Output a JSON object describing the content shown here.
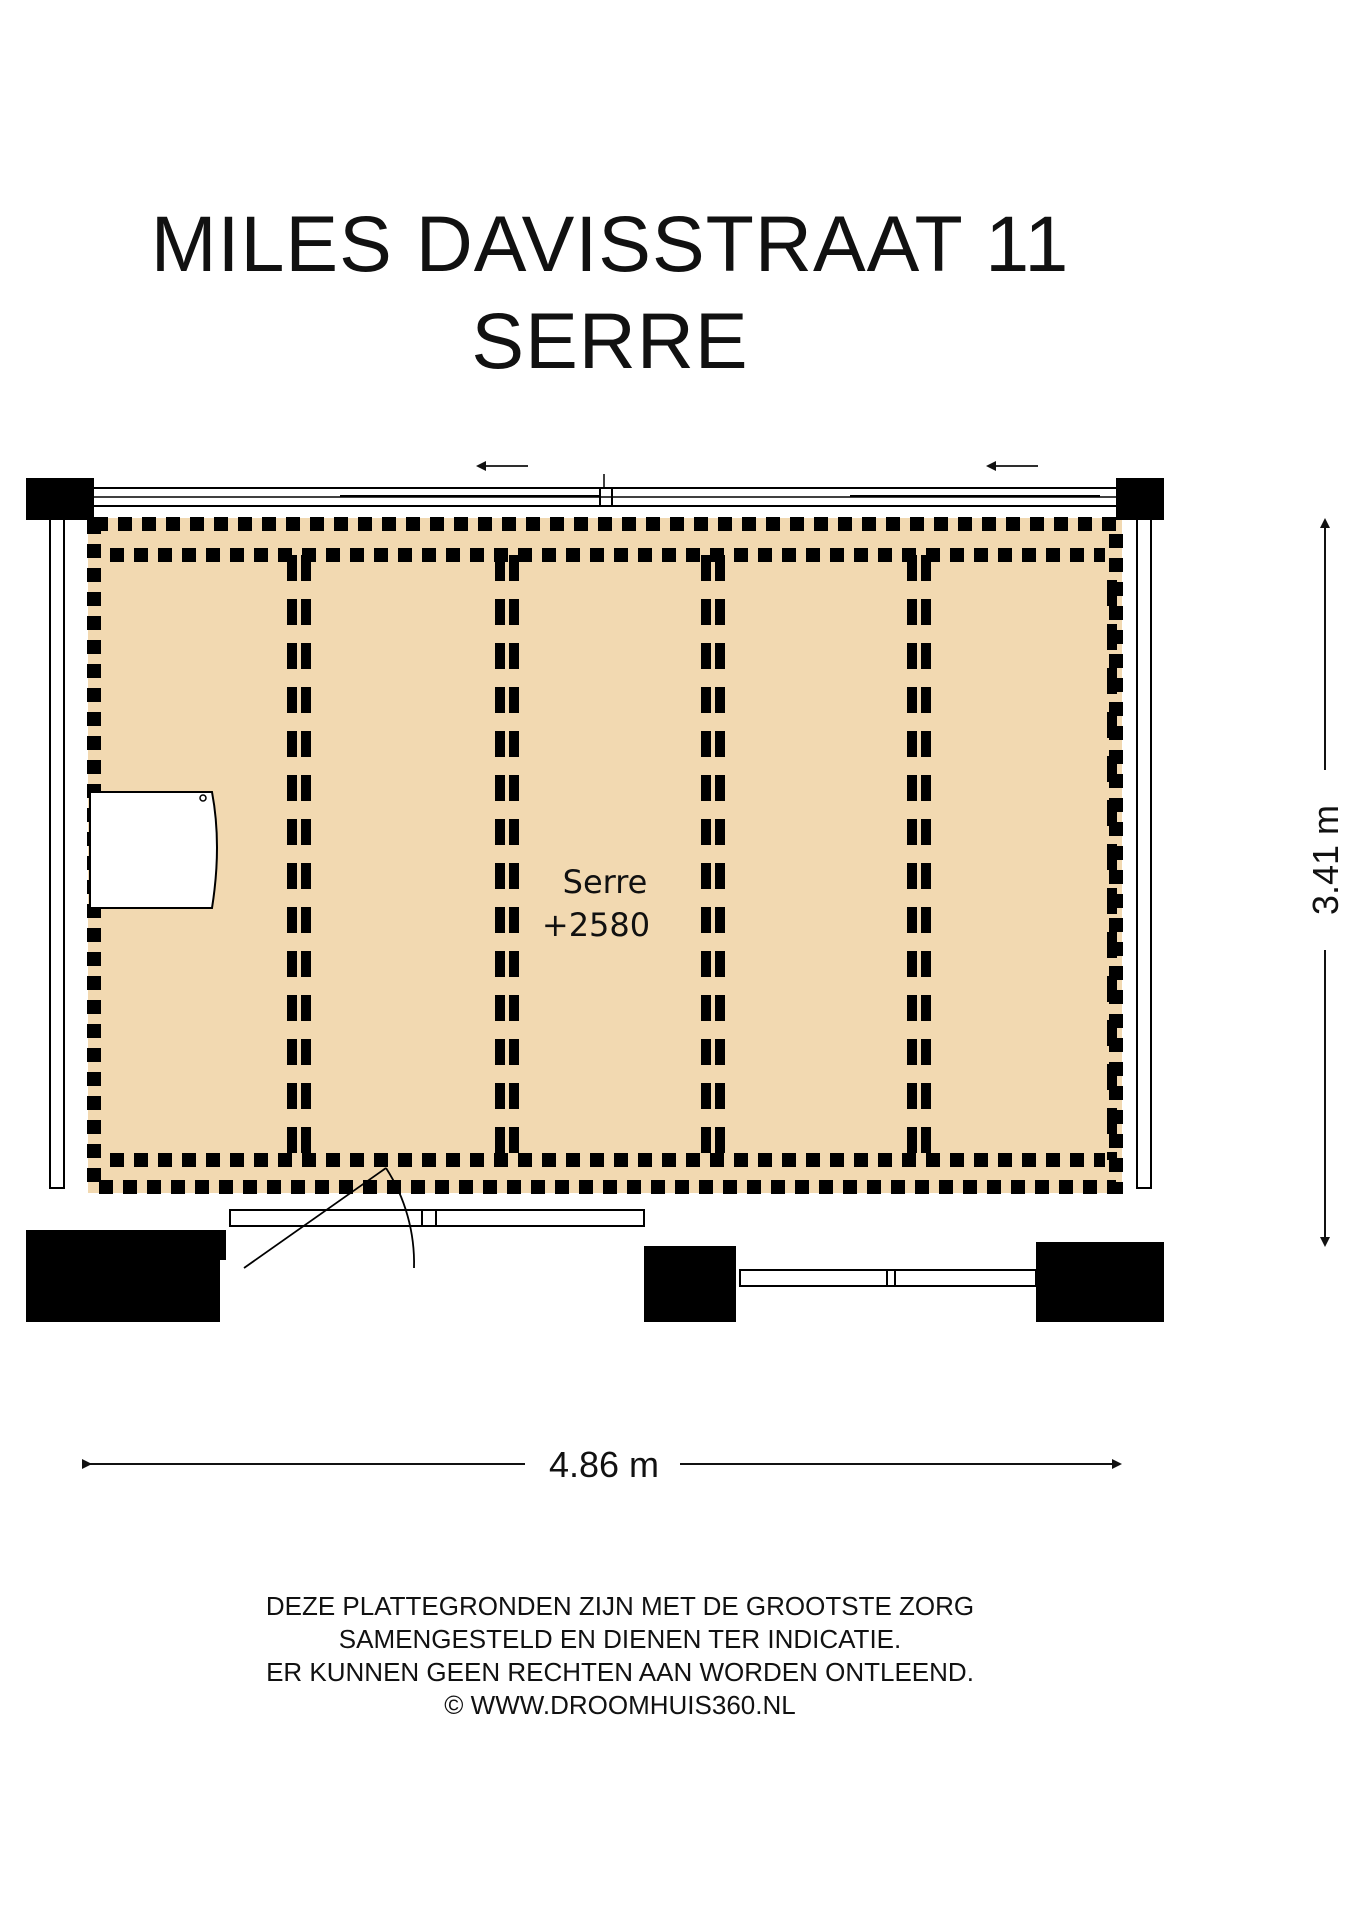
{
  "title": {
    "line1": "MILES DAVISSTRAAT 11",
    "line2": "SERRE"
  },
  "room": {
    "name": "Serre",
    "level": "+2580",
    "fill_color": "#f2d9b1"
  },
  "dimensions": {
    "width": "4.86 m",
    "depth": "3.41 m"
  },
  "disclaimer": [
    "DEZE PLATTEGRONDEN ZIJN MET DE GROOTSTE ZORG",
    "SAMENGESTELD EN DIENEN TER INDICATIE.",
    "ER KUNNEN GEEN RECHTEN AAN WORDEN ONTLEEND.",
    "© WWW.DROOMHUIS360.NL"
  ],
  "colors": {
    "wall": "#000000",
    "floor": "#f2d9b1"
  }
}
